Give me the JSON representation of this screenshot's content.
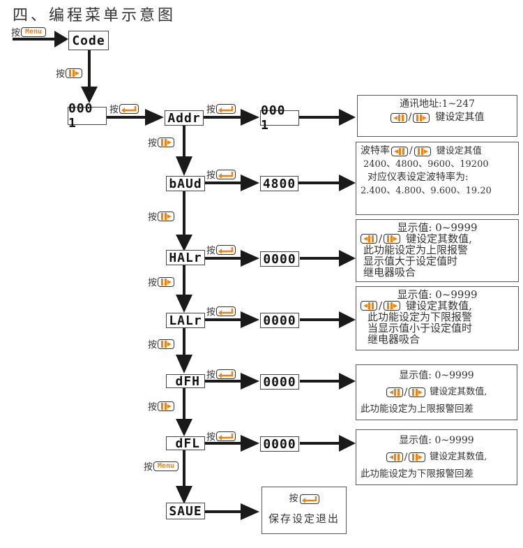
{
  "title": "四、编程菜单示意图",
  "press_label": "按",
  "keys": {
    "menu": "Menu",
    "right": "right-shift-key",
    "left": "left-shift-key",
    "enter": "enter-key",
    "slash": "/"
  },
  "colors": {
    "accent": "#f08010",
    "line": "#1a1a1a",
    "border": "#444444"
  },
  "flow": {
    "code": "Code",
    "password": "000 1",
    "addr": "Addr",
    "addr_value": "000 1",
    "baud": "bAUd",
    "baud_value": "4800",
    "hal": "HALr",
    "hal_value": "0000",
    "lal": "LALr",
    "lal_value": "0000",
    "dfh": "dFH",
    "dfh_value": "0000",
    "dfl": "dFL",
    "dfl_value": "0000",
    "save": "SAUE"
  },
  "descriptions": {
    "addr": {
      "line1": "通讯地址:1~247",
      "keys_suffix": "键设定其值"
    },
    "baud": {
      "line1_prefix": "波特率",
      "line1_suffix": "键设定其值",
      "line2": "2400、4800、9600、19200",
      "line3": "对应仪表设定波特率为:",
      "line4": "2.400、4.800、9.600、19.20"
    },
    "hal": {
      "line1": "显示值: 0~9999",
      "keys_suffix": "键设定其数值,",
      "line3": "此功能设定为上限报警",
      "line4": "显示值大于设定值时",
      "line5": "继电器吸合"
    },
    "lal": {
      "line1": "显示值: 0~9999",
      "keys_suffix": "键设定其数值,",
      "line3": "此功能设定为下限报警",
      "line4": "当显示值小于设定值时",
      "line5": "继电器吸合"
    },
    "dfh": {
      "line1": "显示值: 0~9999",
      "keys_suffix": "键设定其数值,",
      "line3": "此功能设定为上限报警回差"
    },
    "dfl": {
      "line1": "显示值: 0~9999",
      "keys_suffix": "键设定其数值,",
      "line3": "此功能设定为下限报警回差"
    },
    "save": {
      "line2": "保存设定退出"
    }
  }
}
